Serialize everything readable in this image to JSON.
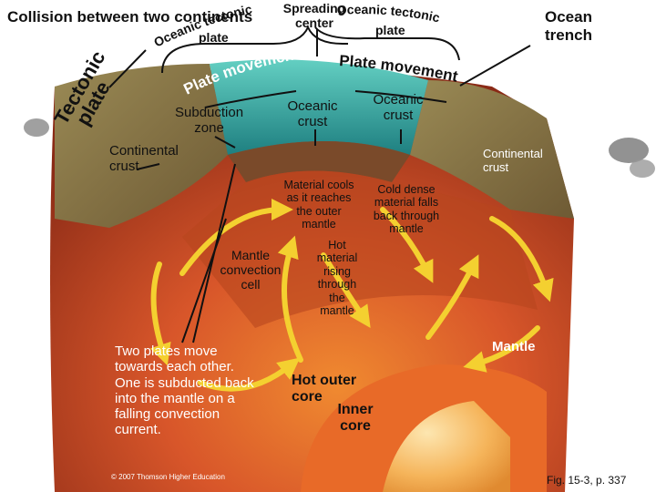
{
  "title_main": "Collision between two continents",
  "labels": {
    "oceanic_tectonic_plate_left": [
      "Oceanic tectonic",
      "plate"
    ],
    "spreading_center": "Spreading center",
    "oceanic_tectonic_plate_right": [
      "Oceanic tectonic",
      "plate"
    ],
    "ocean_trench": "Ocean\ntrench",
    "tectonic_plate": [
      "Tectonic",
      "plate"
    ],
    "plate_movement_left": "Plate movement",
    "plate_movement_right": "Plate movement",
    "subduction_zone": "Subduction\nzone",
    "oceanic_crust_left": "Oceanic\ncrust",
    "oceanic_crust_right": "Oceanic\ncrust",
    "continental_crust_left": "Continental\ncrust",
    "continental_crust_right": "Continental\ncrust",
    "material_cools": "Material cools\nas it reaches\nthe outer\nmantle",
    "cold_dense": "Cold dense\nmaterial falls\nback through\nmantle",
    "hot_material": "Hot\nmaterial\nrising\nthrough\nthe\nmantle",
    "mantle_convection": "Mantle\nconvection\ncell",
    "mantle": "Mantle",
    "two_plates": "Two plates move\ntowards each other.\nOne is subducted back\ninto the mantle on a\nfalling convection\ncurrent.",
    "hot_outer_core": "Hot outer\ncore",
    "inner_core": "Inner\ncore",
    "copyright": "© 2007 Thomson Higher Education",
    "fig": "Fig. 15-3, p. 337"
  },
  "colors": {
    "ocean": "#3fb8b0",
    "mantle": "#c8501e",
    "core": "#f2a640",
    "arrow": "#f4d030",
    "continent": "#8a6a3a"
  }
}
